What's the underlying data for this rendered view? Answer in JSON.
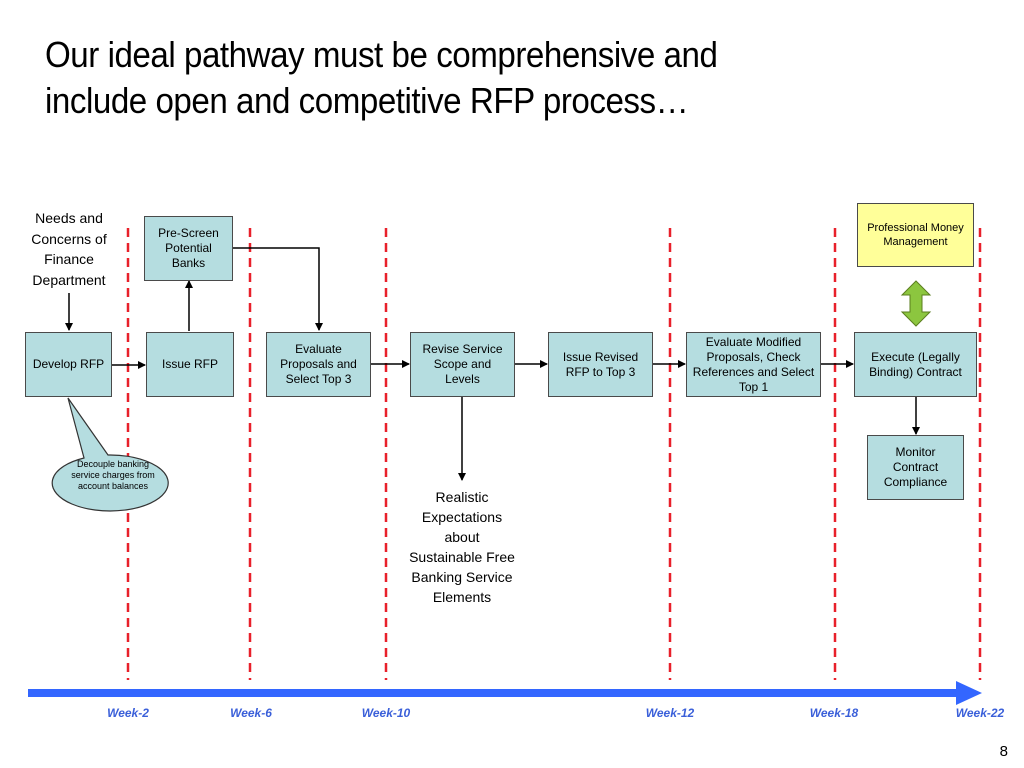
{
  "slide": {
    "title_lines": [
      "Our ideal pathway must be comprehensive and",
      "include open and competitive RFP process…"
    ],
    "page_number": "8"
  },
  "colors": {
    "process_box": "#b5dde0",
    "highlight_box": "#ffff99",
    "divider": "#e8202a",
    "timeline": "#3366ff",
    "week_label": "#3a5fd9",
    "double_arrow": "#8cc63f"
  },
  "nodes": {
    "needs": "Needs and Concerns of Finance Department",
    "develop_rfp": "Develop RFP",
    "issue_rfp": "Issue RFP",
    "prescreen": "Pre-Screen Potential Banks",
    "evaluate": "Evaluate Proposals and Select Top 3",
    "revise": "Revise Service Scope and Levels",
    "issue_revised": "Issue Revised RFP to Top 3",
    "evaluate_modified": "Evaluate Modified Proposals, Check References and Select Top 1",
    "execute": "Execute (Legally Binding) Contract",
    "monitor": "Monitor Contract Compliance",
    "money_mgmt": "Professional Money Management",
    "expectations": "Realistic Expectations about Sustainable Free Banking Service Elements",
    "callout": "Decouple banking service charges from account balances"
  },
  "timeline": {
    "weeks": [
      "Week-2",
      "Week-6",
      "Week-10",
      "Week-12",
      "Week-18",
      "Week-22"
    ]
  }
}
